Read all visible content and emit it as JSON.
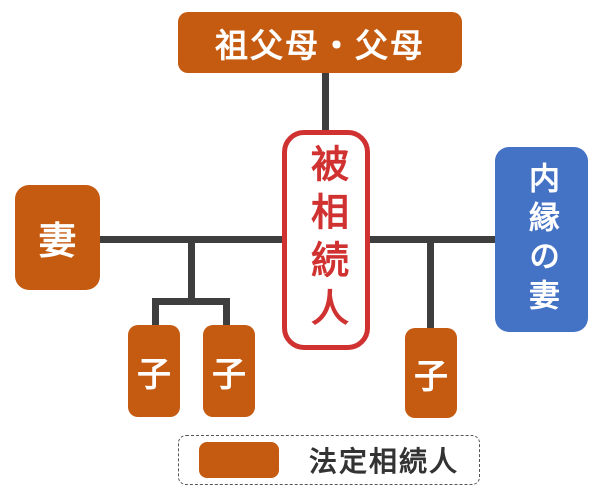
{
  "colors": {
    "heir_orange": "#C55A11",
    "non_heir_blue": "#4472C4",
    "decedent_red": "#D03231",
    "line_dark": "#3E3E3E",
    "legend_text": "#333333"
  },
  "nodes": {
    "grandparents": {
      "label": "祖父母・父母"
    },
    "wife": {
      "label": "妻"
    },
    "decedent": {
      "label": "被相続人"
    },
    "common_law_wife": {
      "label": "内縁の妻"
    },
    "child_left_1": {
      "label": "子"
    },
    "child_left_2": {
      "label": "子"
    },
    "child_right": {
      "label": "子"
    }
  },
  "legend": {
    "label": "法定相続人"
  }
}
